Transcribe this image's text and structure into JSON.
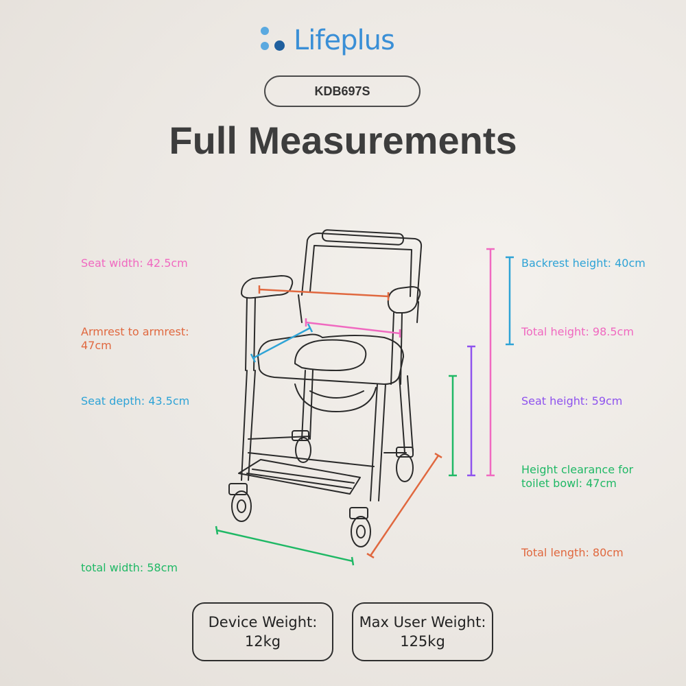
{
  "brand": {
    "name": "Lifeplus",
    "icon": "dots-logo-icon"
  },
  "model": "KDB697S",
  "title": "Full Measurements",
  "measurements": {
    "seat_width": "Seat width: 42.5cm",
    "armrest_line1": "Armrest to armrest:",
    "armrest_line2": "47cm",
    "seat_depth": "Seat depth: 43.5cm",
    "total_width": "total width: 58cm",
    "backrest_height": "Backrest height: 40cm",
    "total_height": "Total height: 98.5cm",
    "seat_height": "Seat height: 59cm",
    "clearance_line1": "Height clearance for",
    "clearance_line2": "toilet bowl: 47cm",
    "total_length": "Total length: 80cm"
  },
  "specs": {
    "device_weight_label": "Device Weight:",
    "device_weight_value": "12kg",
    "max_user_label": "Max User Weight:",
    "max_user_value": "125kg"
  },
  "colors": {
    "pink": "#f069c0",
    "orange": "#e0683f",
    "blue": "#2ea3d6",
    "green": "#1fb865",
    "purple": "#8e52ee",
    "brand": "#3a8fd6"
  }
}
